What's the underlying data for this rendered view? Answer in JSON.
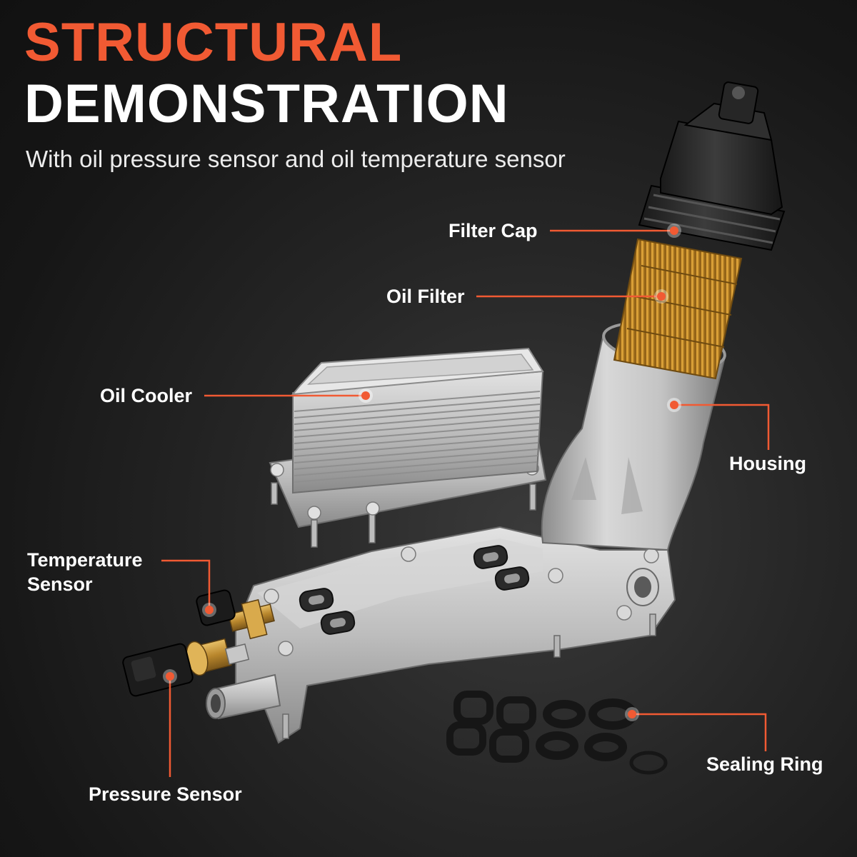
{
  "header": {
    "title_line1": "STRUCTURAL",
    "title_line2": "DEMONSTRATION",
    "subtitle": "With oil pressure sensor and oil temperature sensor"
  },
  "colors": {
    "accent": "#f15a33",
    "background": "#1c1c1c",
    "metal": "#c9c9c9",
    "filter_media": "#d99a2b",
    "rubber": "#1a1a1a",
    "brass": "#c99a3c"
  },
  "callouts": {
    "filter_cap": "Filter Cap",
    "oil_filter": "Oil Filter",
    "oil_cooler": "Oil Cooler",
    "housing": "Housing",
    "temperature_sensor_line1": "Temperature",
    "temperature_sensor_line2": "Sensor",
    "pressure_sensor": "Pressure Sensor",
    "sealing_ring": "Sealing Ring"
  }
}
